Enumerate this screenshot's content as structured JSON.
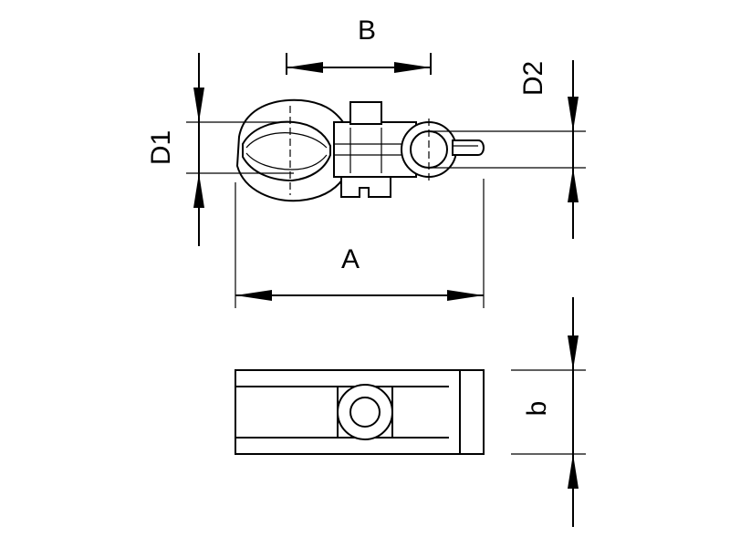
{
  "drawing": {
    "colors": {
      "line": "#000000",
      "background": "#ffffff"
    },
    "dimensions": {
      "B": "B",
      "A": "A",
      "D1": "D1",
      "D2": "D2",
      "b": "b"
    }
  }
}
